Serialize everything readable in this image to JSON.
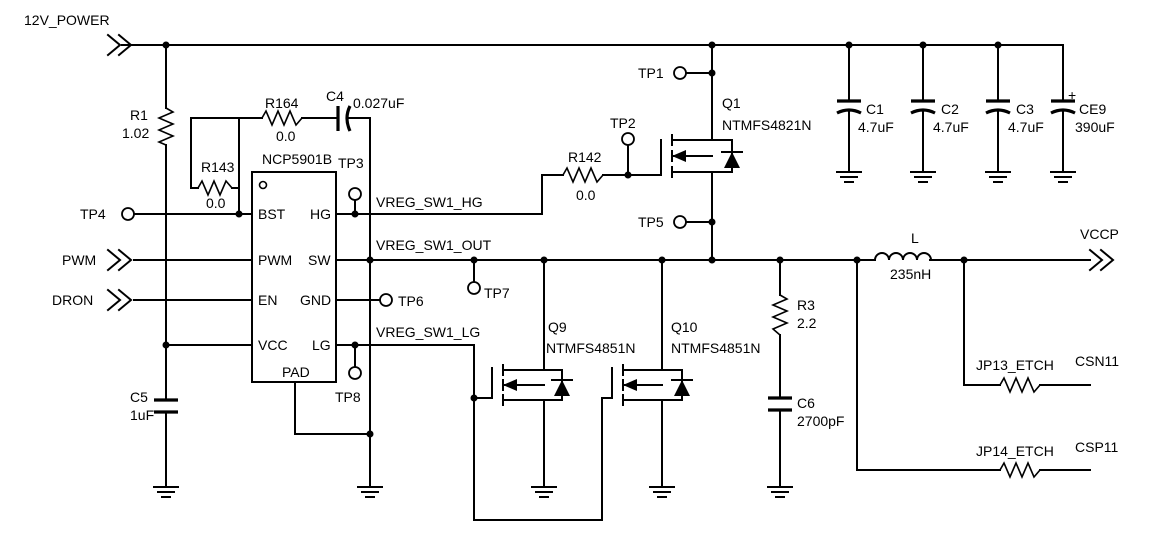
{
  "nets": {
    "power_12v": "12V_POWER",
    "pwm": "PWM",
    "dron": "DRON",
    "vccp": "VCCP",
    "csn11": "CSN11",
    "csp11": "CSP11",
    "hg": "VREG_SW1_HG",
    "sw_out": "VREG_SW1_OUT",
    "lg": "VREG_SW1_LG"
  },
  "test_points": {
    "tp1": "TP1",
    "tp2": "TP2",
    "tp3": "TP3",
    "tp4": "TP4",
    "tp5": "TP5",
    "tp6": "TP6",
    "tp7": "TP7",
    "tp8": "TP8"
  },
  "ic": {
    "name": "NCP5901B",
    "pins": {
      "bst": "BST",
      "pwm": "PWM",
      "en": "EN",
      "vcc": "VCC",
      "hg": "HG",
      "sw": "SW",
      "gnd": "GND",
      "lg": "LG",
      "pad": "PAD"
    }
  },
  "resistors": {
    "r1": {
      "ref": "R1",
      "value": "1.02"
    },
    "r164": {
      "ref": "R164",
      "value": "0.0"
    },
    "r143": {
      "ref": "R143",
      "value": "0.0"
    },
    "r142": {
      "ref": "R142",
      "value": "0.0"
    },
    "r3": {
      "ref": "R3",
      "value": "2.2"
    },
    "jp13": {
      "ref": "JP13_ETCH"
    },
    "jp14": {
      "ref": "JP14_ETCH"
    }
  },
  "capacitors": {
    "c4": {
      "ref": "C4",
      "value": "0.027uF"
    },
    "c5": {
      "ref": "C5",
      "value": "1uF"
    },
    "c1": {
      "ref": "C1",
      "value": "4.7uF"
    },
    "c2": {
      "ref": "C2",
      "value": "4.7uF"
    },
    "c3": {
      "ref": "C3",
      "value": "4.7uF"
    },
    "ce9": {
      "ref": "CE9",
      "value": "390uF",
      "polarity": "+"
    },
    "c6": {
      "ref": "C6",
      "value": "2700pF"
    }
  },
  "transistors": {
    "q1": {
      "ref": "Q1",
      "part": "NTMFS4821N"
    },
    "q9": {
      "ref": "Q9",
      "part": "NTMFS4851N"
    },
    "q10": {
      "ref": "Q10",
      "part": "NTMFS4851N"
    }
  },
  "inductor": {
    "ref": "L",
    "value": "235nH"
  }
}
